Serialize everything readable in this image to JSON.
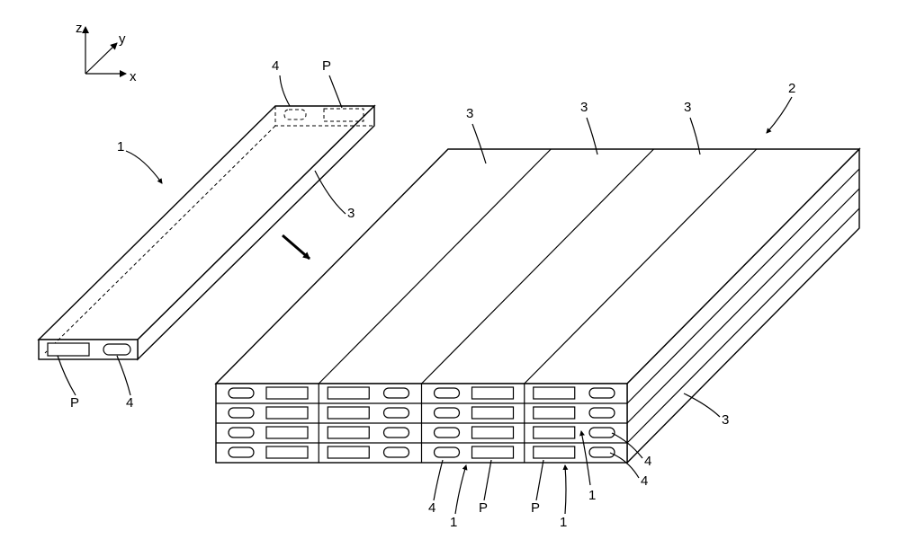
{
  "axes": {
    "z": "z",
    "y": "y",
    "x": "x"
  },
  "single_cell": {
    "ref_cell": "1",
    "ref_film": "3",
    "ref_hole_top": "4",
    "ref_pack_top": "P",
    "ref_pack_bottom": "P",
    "ref_hole_bottom": "4"
  },
  "module": {
    "ref_module": "2",
    "ref_film_1": "3",
    "ref_film_2": "3",
    "ref_film_3": "3",
    "ref_film_side": "3",
    "ref_hole_a": "4",
    "ref_hole_b": "4",
    "ref_hole_c": "4",
    "ref_cell_a": "1",
    "ref_cell_b": "1",
    "ref_cell_c": "1",
    "ref_pack_a": "P",
    "ref_pack_b": "P"
  }
}
